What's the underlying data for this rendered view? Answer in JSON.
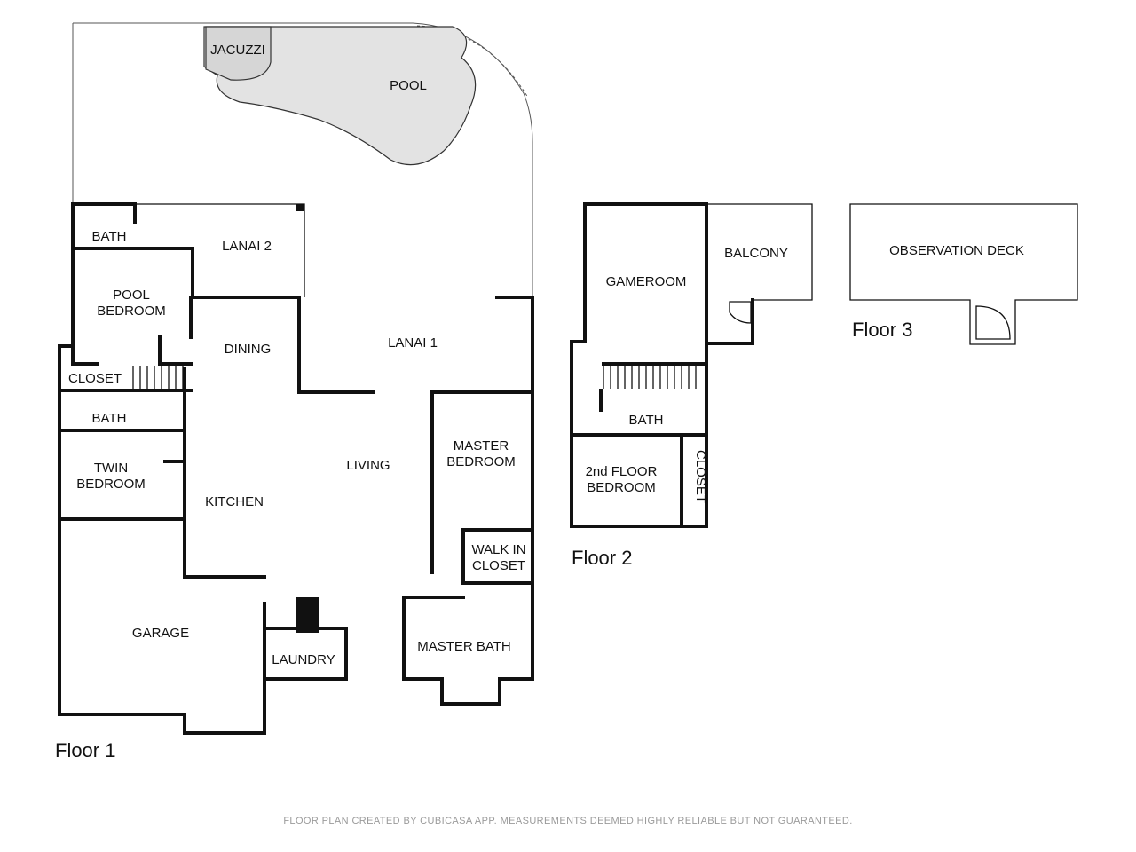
{
  "floors": {
    "floor1": "Floor 1",
    "floor2": "Floor 2",
    "floor3": "Floor 3"
  },
  "rooms": {
    "jacuzzi": "JACUZZI",
    "pool": "POOL",
    "bath_pool": "BATH",
    "lanai2": "LANAI 2",
    "pool_bedroom_1": "POOL",
    "pool_bedroom_2": "BEDROOM",
    "dining": "DINING",
    "lanai1": "LANAI 1",
    "closet1": "CLOSET",
    "bath1": "BATH",
    "twin_bedroom_1": "TWIN",
    "twin_bedroom_2": "BEDROOM",
    "kitchen": "KITCHEN",
    "living": "LIVING",
    "master_bedroom_1": "MASTER",
    "master_bedroom_2": "BEDROOM",
    "walk_in_closet_1": "WALK IN",
    "walk_in_closet_2": "CLOSET",
    "garage": "GARAGE",
    "laundry": "LAUNDRY",
    "master_bath": "MASTER BATH",
    "gameroom": "GAMEROOM",
    "balcony": "BALCONY",
    "bath2": "BATH",
    "second_bedroom_1": "2nd FLOOR",
    "second_bedroom_2": "BEDROOM",
    "closet2": "CLOSET",
    "observation_deck": "OBSERVATION DECK"
  },
  "footer": "FLOOR PLAN CREATED BY CUBICASA APP. MEASUREMENTS DEEMED HIGHLY RELIABLE BUT NOT GUARANTEED.",
  "colors": {
    "wall": "#111111",
    "pool_fill": "#e3e3e3",
    "footer_text": "#9a9a9a"
  }
}
